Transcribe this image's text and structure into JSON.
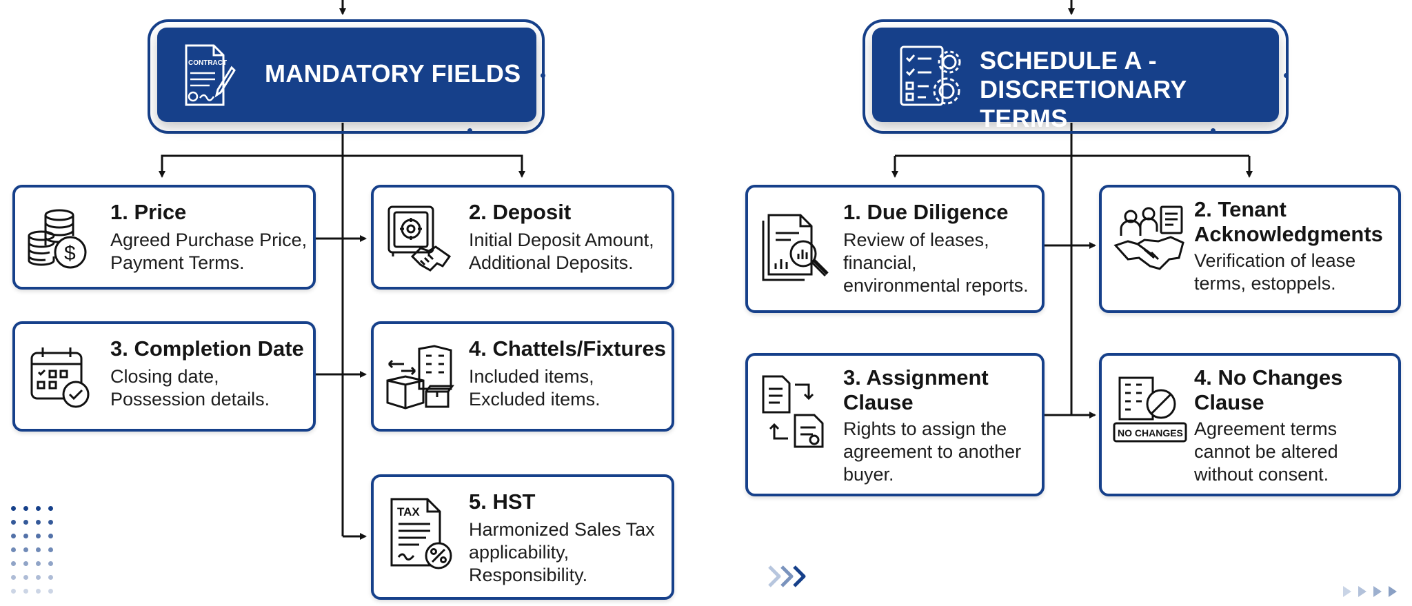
{
  "colors": {
    "primary": "#16408a",
    "line": "#111111"
  },
  "mandatory": {
    "title": "MANDATORY FIELDS",
    "icon_label": "CONTRACT",
    "cards": [
      {
        "title": "1. Price",
        "desc": "Agreed Purchase Price,\nPayment Terms.",
        "icon": "coins-dollar-icon"
      },
      {
        "title": "2. Deposit",
        "desc": "Initial Deposit Amount,\nAdditional Deposits.",
        "icon": "safe-handshake-icon"
      },
      {
        "title": "3. Completion Date",
        "desc": "Closing date,\nPossession details.",
        "icon": "calendar-check-icon"
      },
      {
        "title": "4. Chattels/Fixtures",
        "desc": "Included items,\nExcluded items.",
        "icon": "boxes-building-icon"
      },
      {
        "title": "5. HST",
        "desc": "Harmonized Sales Tax\napplicability,\nResponsibility.",
        "icon": "tax-document-icon",
        "icon_label": "TAX"
      }
    ]
  },
  "schedule": {
    "title_line1": "SCHEDULE A -",
    "title_line2": "DISCRETIONARY TERMS",
    "cards": [
      {
        "title": "1. Due Diligence",
        "desc": "Review of leases,\nfinancial,\nenvironmental reports.",
        "icon": "document-magnifier-icon"
      },
      {
        "title": "2. Tenant\nAcknowledgments",
        "desc": "Verification of lease\nterms, estoppels.",
        "icon": "people-handshake-icon"
      },
      {
        "title": "3. Assignment\nClause",
        "desc": "Rights to assign the\nagreement to another\nbuyer.",
        "icon": "document-transfer-icon"
      },
      {
        "title": "4. No Changes\nClause",
        "desc": "Agreement terms\ncannot be altered\nwithout consent.",
        "icon": "no-changes-building-icon",
        "icon_label": "NO CHANGES"
      }
    ]
  }
}
